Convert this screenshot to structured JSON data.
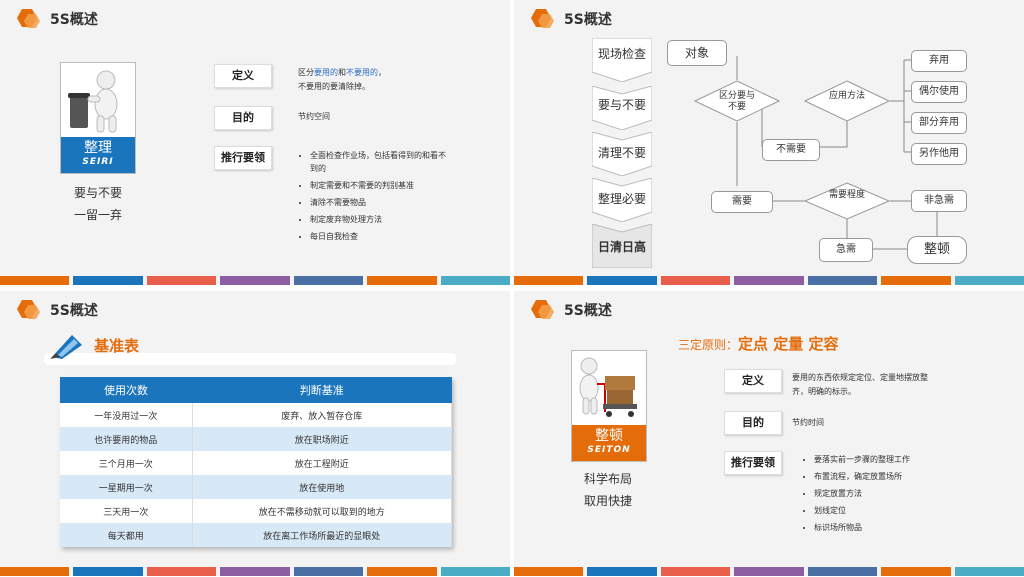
{
  "colors": {
    "orange": "#e46c0a",
    "blue": "#1b75bc",
    "red": "#e8604c",
    "purple": "#8e5ea2",
    "teal": "#4bacc6",
    "green": "#9bbb59",
    "navy": "#4a6fa5"
  },
  "p1": {
    "title": "5S概述",
    "card_label": "整理",
    "card_sub": "SEIRI",
    "sub1": "要与不要",
    "sub2": "一留一弃",
    "def_key": "定义",
    "def_text1_a": "区分",
    "def_text1_b": "要用的",
    "def_text1_c": "和",
    "def_text1_d": "不要用的",
    "def_text1_e": "，",
    "def_text2": "不要用的要清除掉。",
    "goal_key": "目的",
    "goal_text": "节约空间",
    "pts_key": "推行要领",
    "points": [
      "全面检查作业场，包括看得到的和看不到的",
      "制定需要和不需要的判别基准",
      "清除不需要物品",
      "制定废弃物处理方法",
      "每日自我检查"
    ]
  },
  "p2": {
    "title": "5S概述",
    "steps": [
      "现场检查",
      "要与不要",
      "清理不要",
      "整理必要",
      "日清日高"
    ],
    "object": "对象",
    "decide1": "区分要与不要",
    "apply": "应用方法",
    "not_needed": "不需要",
    "needed": "需要",
    "degree": "需要程度",
    "urgent": "急需",
    "non_urgent": "非急需",
    "tidy": "整顿",
    "uses": [
      "弃用",
      "偶尔使用",
      "部分弃用",
      "另作他用"
    ]
  },
  "p3": {
    "title": "5S概述",
    "heading": "基准表",
    "head1": "使用次数",
    "head2": "判断基准",
    "rows": [
      [
        "一年没用过一次",
        "废弃、放入暂存仓库"
      ],
      [
        "也许要用的物品",
        "放在职场附近"
      ],
      [
        "三个月用一次",
        "放在工程附近"
      ],
      [
        "一星期用一次",
        "放在使用地"
      ],
      [
        "三天用一次",
        "放在不需移动就可以取到的地方"
      ],
      [
        "每天都用",
        "放在离工作场所最近的显眼处"
      ]
    ]
  },
  "p4": {
    "title": "5S概述",
    "principle_a": "三定原则：",
    "principle_b": "定点 定量 定容",
    "card_label": "整顿",
    "card_sub": "SEITON",
    "sub1": "科学布局",
    "sub2": "取用快捷",
    "def_key": "定义",
    "def_text": "要用的东西依规定定位、定量地摆放整齐，明确的标示。",
    "goal_key": "目的",
    "goal_text": "节约时间",
    "pts_key": "推行要领",
    "points": [
      "要落实前一步骤的整理工作",
      "布置流程，确定放置场所",
      "规定放置方法",
      "划线定位",
      "标识场所物品"
    ]
  }
}
